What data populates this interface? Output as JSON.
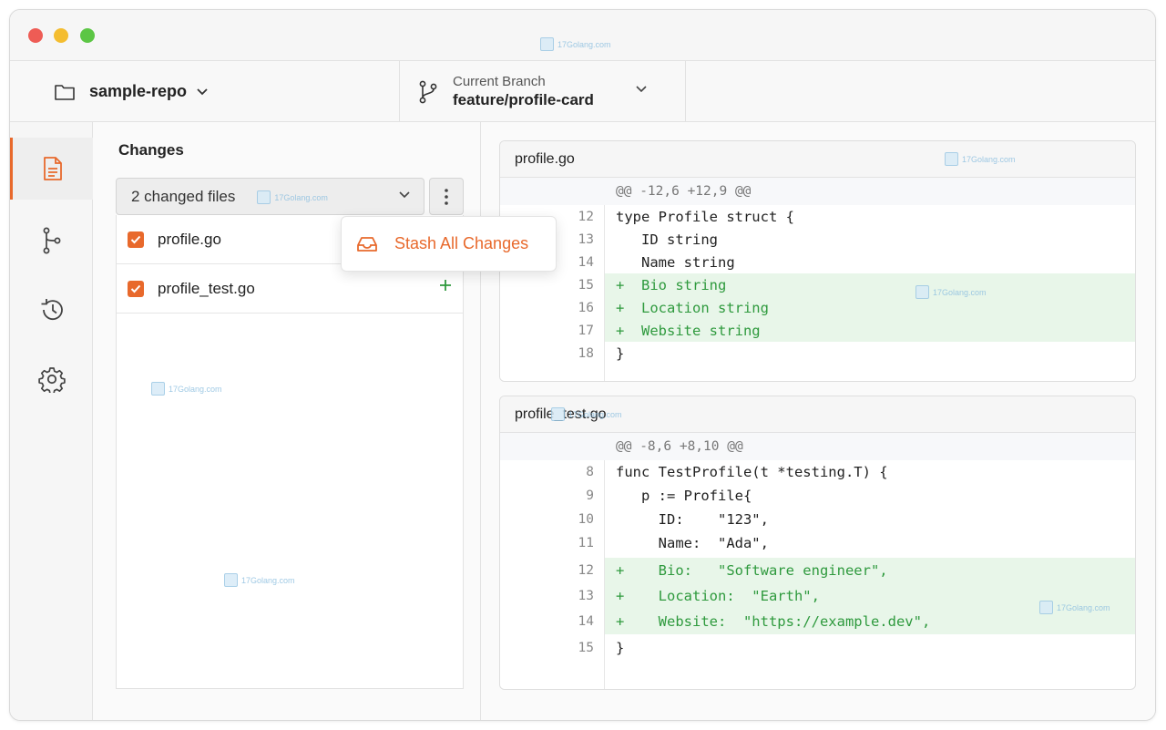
{
  "window": {
    "traffic_lights": [
      "close",
      "minimize",
      "zoom"
    ]
  },
  "toolbar": {
    "repo_name": "sample-repo",
    "branch_caption": "Current Branch",
    "branch_name": "feature/profile-card"
  },
  "sidebar": {
    "items": [
      {
        "icon": "file-changes-icon",
        "active": true
      },
      {
        "icon": "branch-icon",
        "active": false
      },
      {
        "icon": "history-icon",
        "active": false
      },
      {
        "icon": "settings-gear-icon",
        "active": false
      }
    ],
    "accent": "#e8692c"
  },
  "changes": {
    "title": "Changes",
    "dropdown_label": "2 changed files",
    "files": [
      {
        "name": "profile.go",
        "checked": true
      },
      {
        "name": "profile_test.go",
        "checked": true
      }
    ]
  },
  "popup": {
    "label": "Stash All Changes"
  },
  "diffs": [
    {
      "file": "profile.go",
      "hunk": "@@ -12,6 +12,9 @@",
      "lines": [
        {
          "num": "12",
          "code": "type Profile struct {",
          "added": false
        },
        {
          "num": "13",
          "code": "   ID string",
          "added": false
        },
        {
          "num": "14",
          "code": "   Name string",
          "added": false
        },
        {
          "num": "15",
          "code": "+  Bio string",
          "added": true
        },
        {
          "num": "16",
          "code": "+  Location string",
          "added": true
        },
        {
          "num": "17",
          "code": "+  Website string",
          "added": true
        },
        {
          "num": "18",
          "code": "}",
          "added": false
        }
      ]
    },
    {
      "file": "profile_test.go",
      "hunk": "@@ -8,6 +8,10 @@",
      "lines": [
        {
          "num": "8",
          "code": "func TestProfile(t *testing.T) {",
          "added": false
        },
        {
          "num": "9",
          "code": "   p := Profile{",
          "added": false
        },
        {
          "num": "10",
          "code": "     ID:    \"123\",",
          "added": false
        },
        {
          "num": "11",
          "code": "     Name:  \"Ada\",",
          "added": false
        },
        {
          "num": "12",
          "code": "+    Bio:   \"Software engineer\",",
          "added": true
        },
        {
          "num": "13",
          "code": "+    Location:  \"Earth\",",
          "added": true
        },
        {
          "num": "14",
          "code": "+    Website:  \"https://example.dev\",",
          "added": true
        },
        {
          "num": "15",
          "code": "}",
          "added": false
        }
      ]
    }
  ],
  "watermark": "17Golang.com",
  "colors": {
    "accent": "#e8692c",
    "added_bg": "#e8f6e9",
    "added_text": "#2f9a3e"
  }
}
